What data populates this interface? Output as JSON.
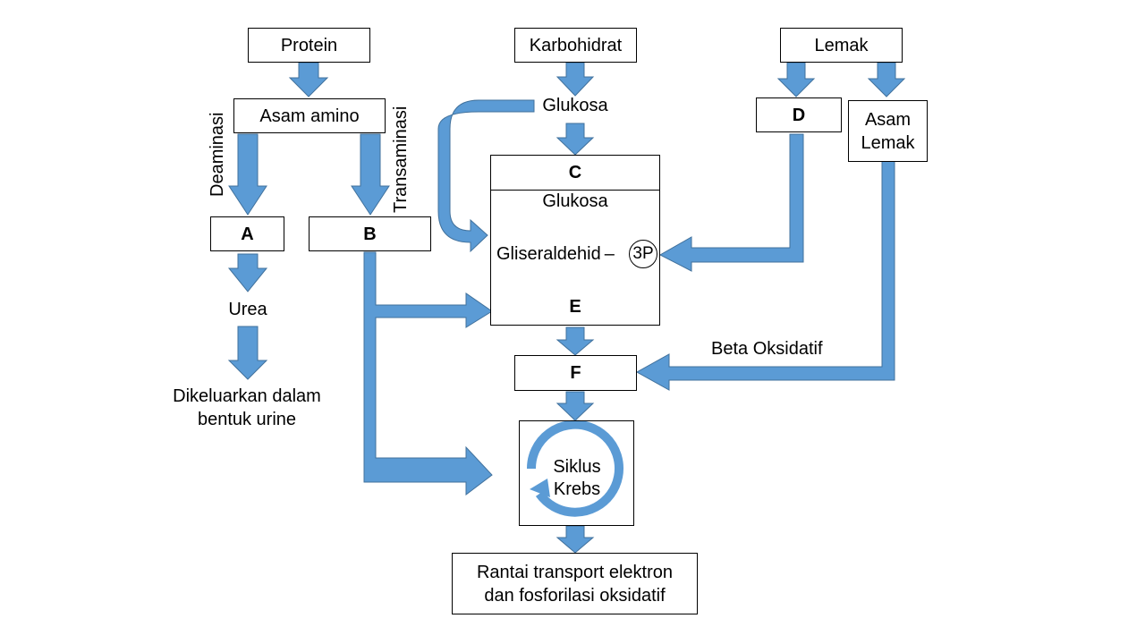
{
  "colors": {
    "arrow": "#5B9BD5",
    "arrow_stroke": "#41719C",
    "box_border": "#000000"
  },
  "sources": {
    "protein": "Protein",
    "karbohidrat": "Karbohidrat",
    "lemak": "Lemak"
  },
  "protein_path": {
    "asam_amino": "Asam amino",
    "deaminasi": "Deaminasi",
    "transaminasi": "Transaminasi",
    "a": "A",
    "b": "B",
    "urea": "Urea",
    "output_line1": "Dikeluarkan dalam",
    "output_line2": "bentuk urine"
  },
  "carb_path": {
    "glukosa_top": "Glukosa",
    "c": "C",
    "glukosa_inner": "Glukosa",
    "gliseraldehid": "Gliseraldehid",
    "dash": "–",
    "phosphate": "3P",
    "e": "E",
    "f": "F"
  },
  "fat_path": {
    "d": "D",
    "asam_lemak_line1": "Asam",
    "asam_lemak_line2": "Lemak",
    "beta_oksidatif": "Beta Oksidatif"
  },
  "krebs": {
    "line1": "Siklus",
    "line2": "Krebs"
  },
  "final": {
    "line1": "Rantai transport elektron",
    "line2": "dan fosforilasi oksidatif"
  }
}
